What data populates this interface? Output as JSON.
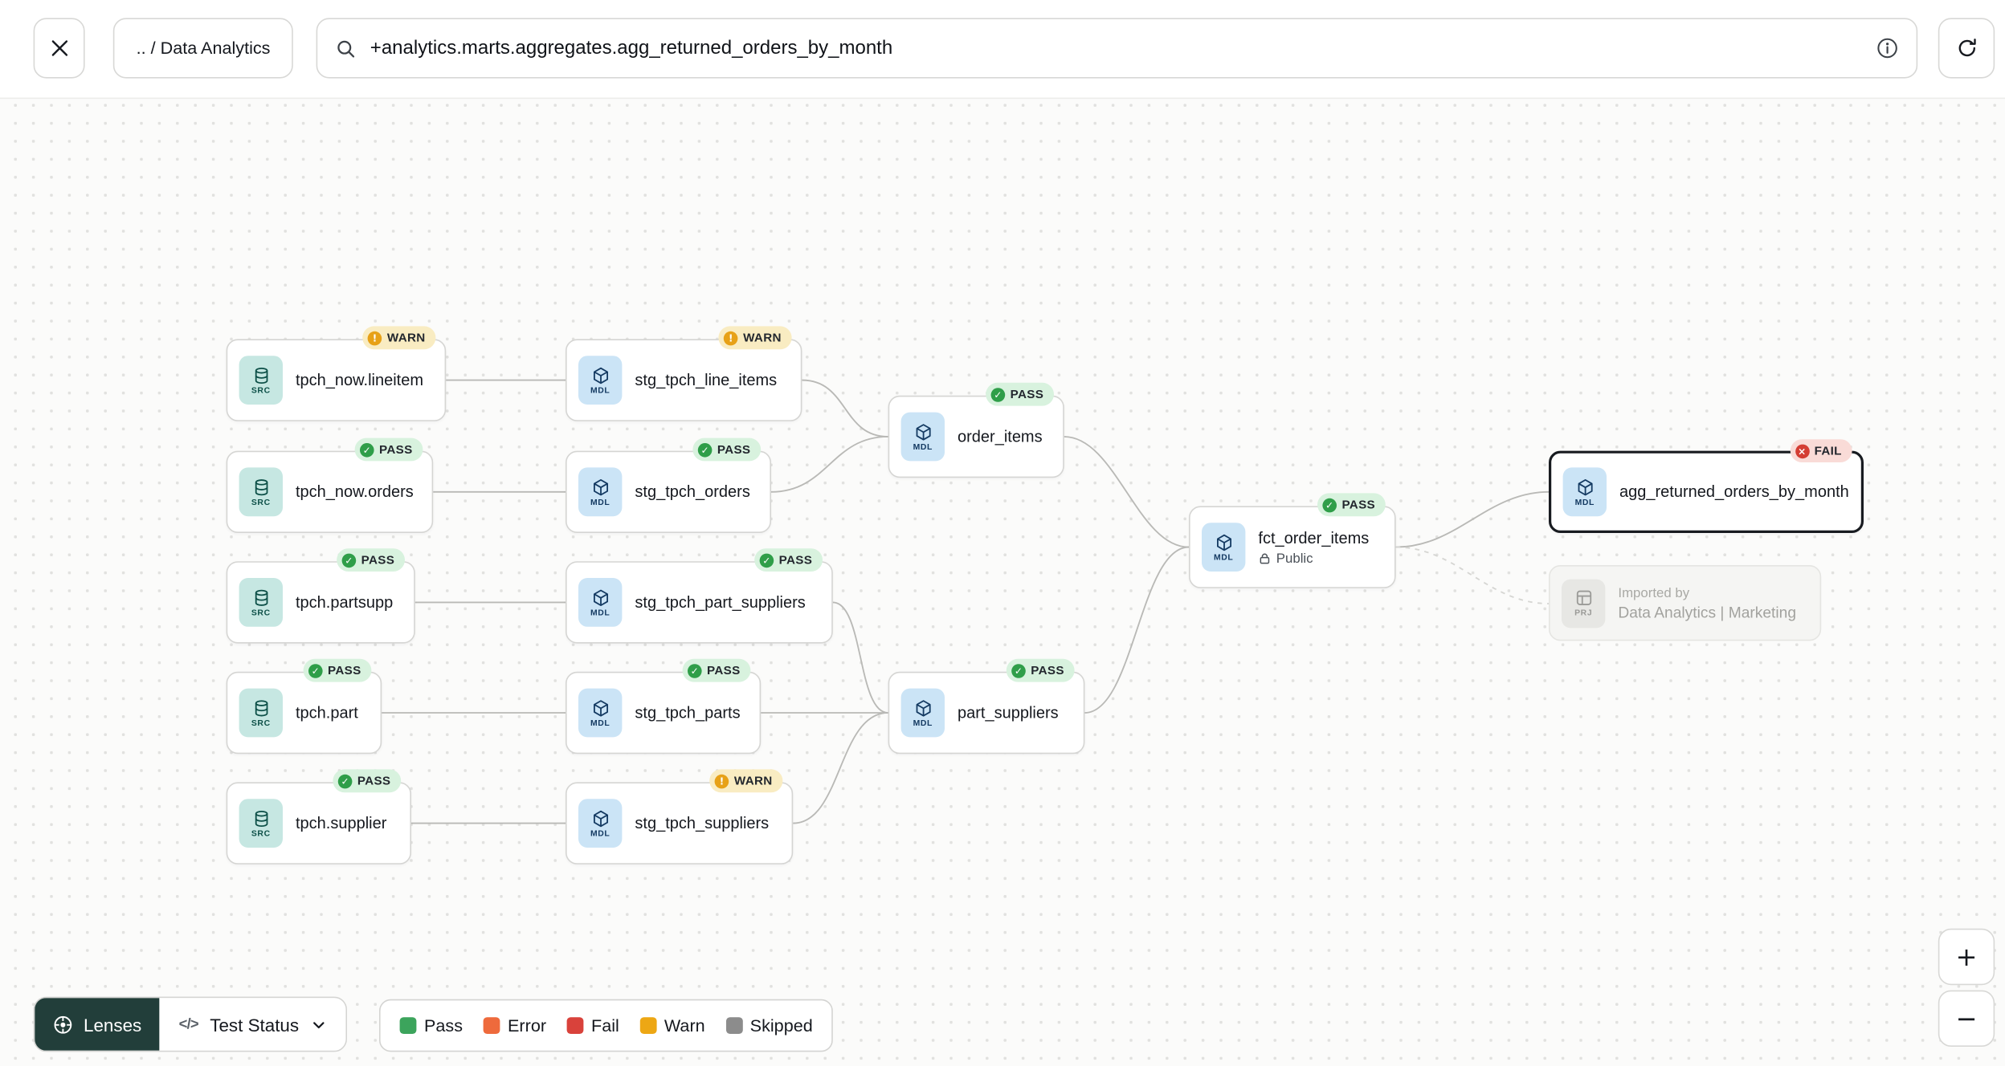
{
  "topbar": {
    "breadcrumb": ".. / Data Analytics",
    "search_value": "+analytics.marts.aggregates.agg_returned_orders_by_month"
  },
  "toolbar": {
    "lenses_label": "Lenses",
    "selector_label": "Test Status"
  },
  "glyphs": {
    "pass": "✓",
    "warn": "!",
    "fail": "×",
    "code": "</>",
    "zoom_in": "+",
    "zoom_out": "−"
  },
  "colors": {
    "pass_dot": "#2f9e49",
    "warn_dot": "#e7a117",
    "fail_dot": "#d43d33",
    "pass_bg": "#d8f2de",
    "warn_bg": "#f9ecc2",
    "fail_bg": "#f9dbd7",
    "src_badge": "#c6e7e2",
    "mdl_badge": "#cbe4f6",
    "lenses_bg": "#223e3a",
    "selected_border": "#181b20",
    "edge": "#b9b9b6"
  },
  "legend": {
    "items": [
      {
        "label": "Pass",
        "color": "#3ca45c"
      },
      {
        "label": "Error",
        "color": "#ee6a3c"
      },
      {
        "label": "Fail",
        "color": "#d9423b"
      },
      {
        "label": "Warn",
        "color": "#eda714"
      },
      {
        "label": "Skipped",
        "color": "#8c8c8c"
      }
    ]
  },
  "graph": {
    "nodes": [
      {
        "label": "tpch_now.lineitem",
        "type": "SRC",
        "status": "WARN"
      },
      {
        "label": "tpch_now.orders",
        "type": "SRC",
        "status": "PASS"
      },
      {
        "label": "tpch.partsupp",
        "type": "SRC",
        "status": "PASS"
      },
      {
        "label": "tpch.part",
        "type": "SRC",
        "status": "PASS"
      },
      {
        "label": "tpch.supplier",
        "type": "SRC",
        "status": "PASS"
      },
      {
        "label": "stg_tpch_line_items",
        "type": "MDL",
        "status": "WARN"
      },
      {
        "label": "stg_tpch_orders",
        "type": "MDL",
        "status": "PASS"
      },
      {
        "label": "stg_tpch_part_suppliers",
        "type": "MDL",
        "status": "PASS"
      },
      {
        "label": "stg_tpch_parts",
        "type": "MDL",
        "status": "PASS"
      },
      {
        "label": "stg_tpch_suppliers",
        "type": "MDL",
        "status": "WARN"
      },
      {
        "label": "order_items",
        "type": "MDL",
        "status": "PASS"
      },
      {
        "label": "part_suppliers",
        "type": "MDL",
        "status": "PASS"
      },
      {
        "label": "fct_order_items",
        "type": "MDL",
        "status": "PASS",
        "visibility": "Public"
      },
      {
        "label": "agg_returned_orders_by_month",
        "type": "MDL",
        "status": "FAIL",
        "selected": true
      }
    ],
    "imported_by": {
      "type": "PRJ",
      "title": "Imported by",
      "project": "Data Analytics | Marketing"
    }
  }
}
